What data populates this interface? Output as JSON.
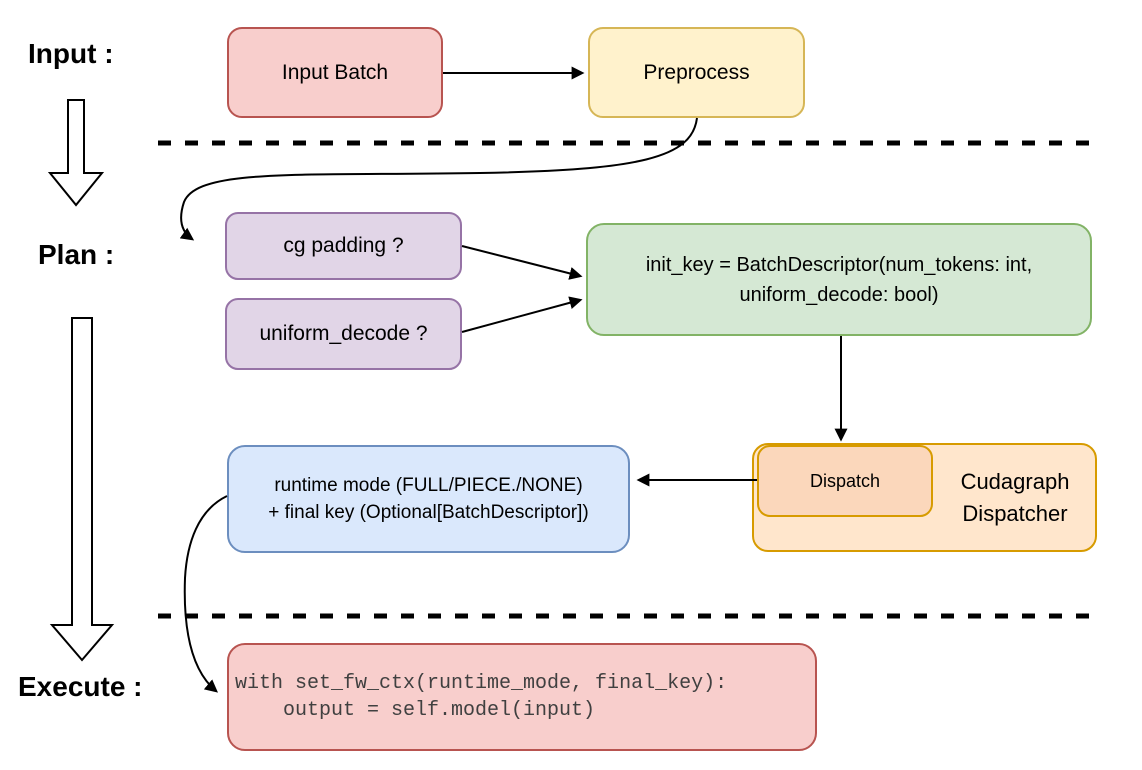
{
  "palette": {
    "pink_fill": "#f8cecc",
    "pink_stroke": "#b85450",
    "yellow_fill": "#fff2cc",
    "yellow_stroke": "#d6b656",
    "purple_fill": "#e1d5e7",
    "purple_stroke": "#9673a6",
    "green_fill": "#d5e8d4",
    "green_stroke": "#82b366",
    "blue_fill": "#dae8fc",
    "blue_stroke": "#6c8ebf",
    "orange_outer_fill": "#ffe6cc",
    "orange_inner_fill": "#fbd7bb",
    "orange_stroke": "#d79b00",
    "line_color": "#000000"
  },
  "stage_labels": {
    "input": "Input :",
    "plan": "Plan :",
    "execute": "Execute :"
  },
  "nodes": {
    "input_batch": {
      "label": "Input Batch"
    },
    "preprocess": {
      "label": "Preprocess"
    },
    "cg_padding": {
      "label": "cg padding ?"
    },
    "uniform_decode": {
      "label": "uniform_decode ?"
    },
    "init_key": {
      "line1": "init_key = BatchDescriptor(num_tokens: int,",
      "line2": "uniform_decode: bool)"
    },
    "dispatch": {
      "label": "Dispatch"
    },
    "cudagraph_dispatcher": {
      "line1": "Cudagraph",
      "line2": "Dispatcher"
    },
    "runtime_mode": {
      "line1": "runtime mode (FULL/PIECE./NONE)",
      "line2": "+ final key (Optional[BatchDescriptor])"
    },
    "execute_code": {
      "line1": "with set_fw_ctx(runtime_mode, final_key):",
      "line2": "    output = self.model(input)"
    }
  }
}
